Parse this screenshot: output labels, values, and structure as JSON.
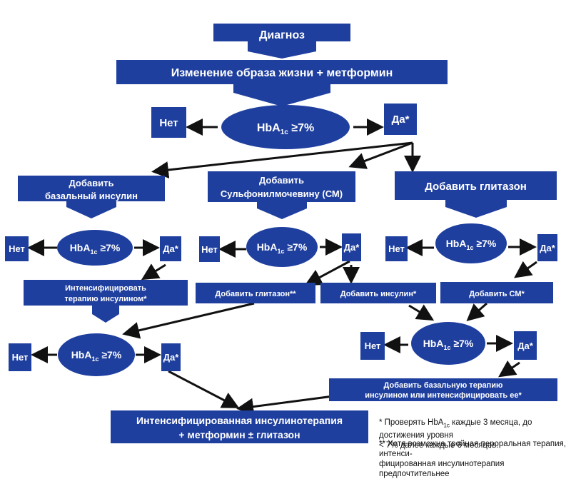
{
  "colors": {
    "fill": "#1f3f9f",
    "text": "#ffffff",
    "arrow": "#111111",
    "background": "#ffffff"
  },
  "texts": {
    "diagnosis": "Диагноз",
    "lifestyle": "Изменение образа жизни + метформин",
    "no": "Нет",
    "yes": "Да*",
    "hba": "HbA",
    "sub": "1c",
    "threshold": "≥7%",
    "add_basal_1": "Добавить",
    "add_basal_2": "базальный инсулин",
    "add_su_1": "Добавить",
    "add_su_2": "Сульфонилмочевину (СМ)",
    "add_glitazone": "Добавить глитазон",
    "intensify_1": "Интенсифицировать",
    "intensify_2": "терапию инсулином*",
    "add_glitazone_2": "Добавить глитазон**",
    "add_insulin": "Добавить инсулин*",
    "add_su_short": "Добавить СМ*",
    "add_basal_or_intensify_1": "Добавить базальную терапию",
    "add_basal_or_intensify_2": "инсулином или интенсифицировать ее*",
    "final_1": "Интенсифицированная инсулинотерапия",
    "final_2": "+ метформин ± глитазон"
  },
  "footnotes": {
    "note1_prefix": "* Проверять HbA",
    "note1_sub": "1c",
    "note1_suffix": " каждые 3 месяца, до достижения уровня",
    "note1_line2": "< 7% далее каждые 6 месяцев.",
    "note2_line1": "** Хотя возможна тройная пероральная терапия, интенси-",
    "note2_line2": "фицированная инсулинотерапия предпочтительнее"
  }
}
